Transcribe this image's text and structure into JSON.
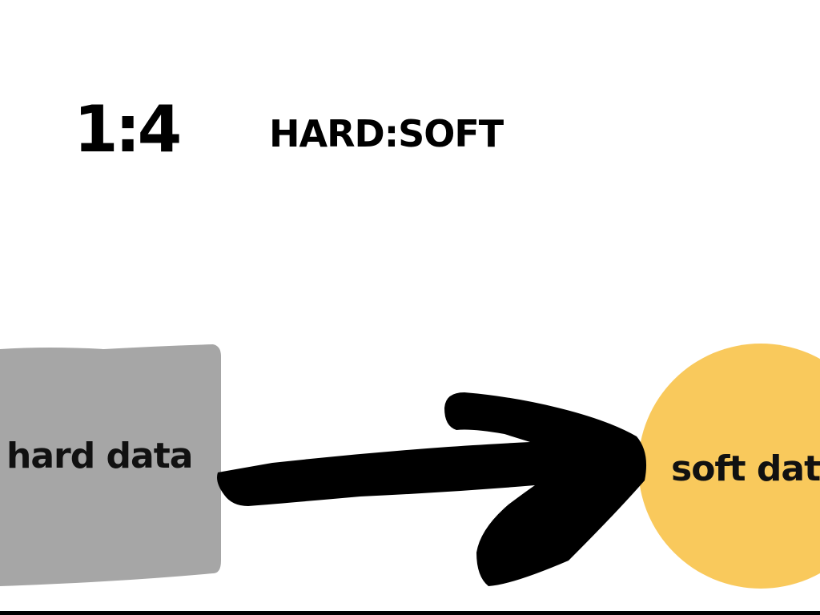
{
  "ratio": "1:4",
  "ratio_label": "HARD:SOFT",
  "hard_node": {
    "label": "hard data",
    "color": "#a6a6a6"
  },
  "soft_node": {
    "label": "soft data",
    "color": "#f9c95c"
  },
  "arrow": {
    "color": "#000000",
    "direction": "hard-to-soft"
  }
}
